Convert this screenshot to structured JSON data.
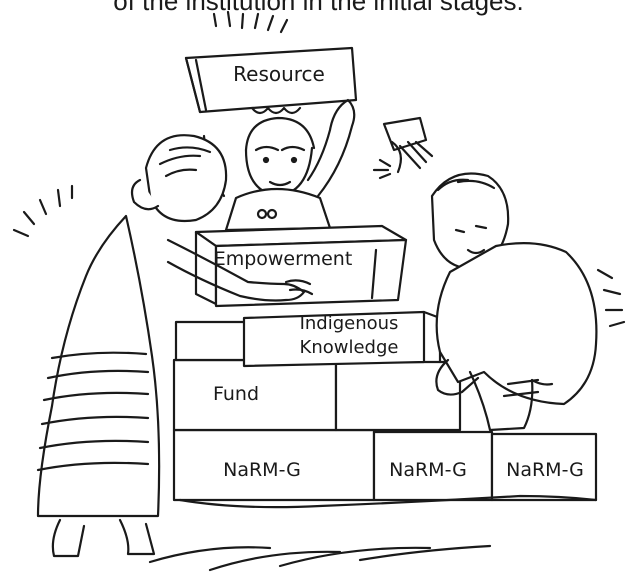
{
  "caption": "of the institution in the initial stages.",
  "labels": {
    "resource": "Resource",
    "empowerment": "Empowerment",
    "indigenous": "Indigenous",
    "knowledge": "Knowledge",
    "fund": "Fund",
    "narm_1": "NaRM-G",
    "narm_2": "NaRM-G",
    "narm_3": "NaRM-G"
  }
}
